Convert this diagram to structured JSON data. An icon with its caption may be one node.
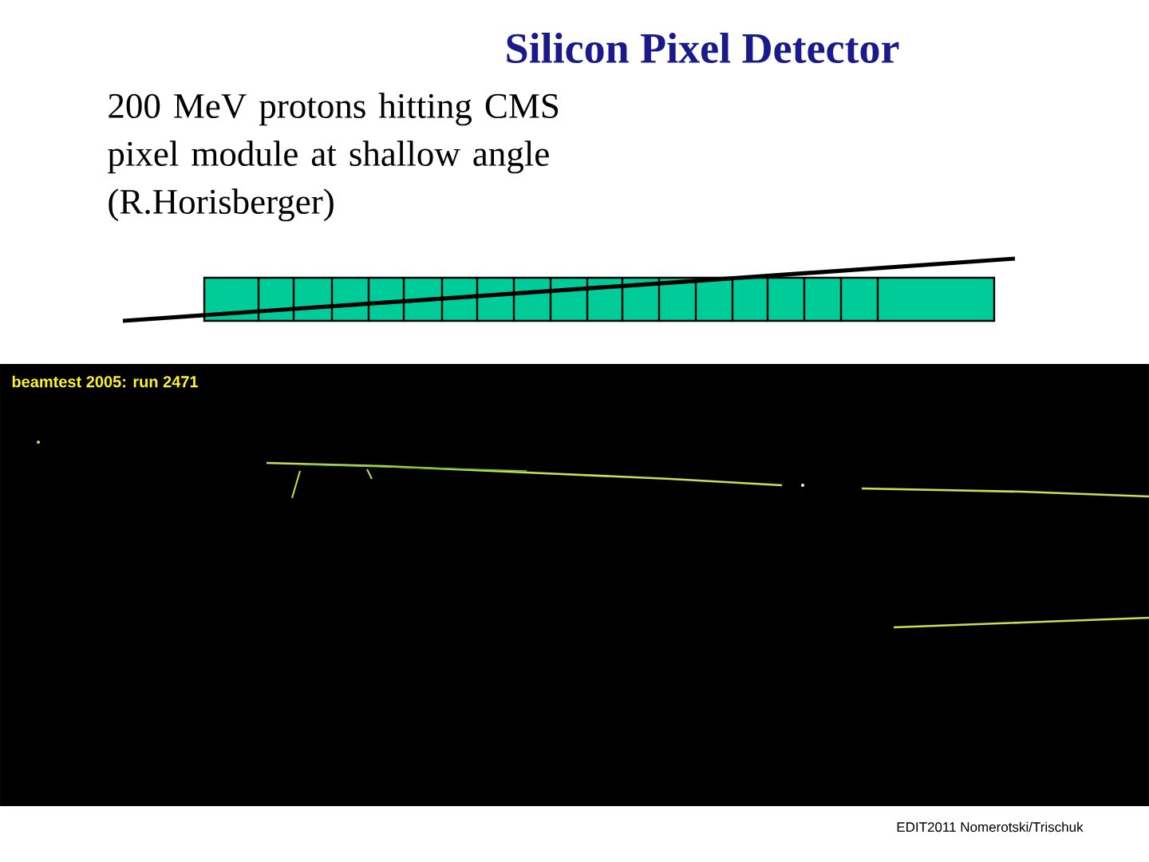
{
  "diagram": {
    "title": "Silicon Pixel Detector",
    "labels": [
      "200 MeV protons hitting CMS pixel module at shallow angle (R.Horisberger)",
      "beamtest 2005: run 2471",
      "EDIT2011 Nomerotski/Trischuk"
    ]
  }
}
